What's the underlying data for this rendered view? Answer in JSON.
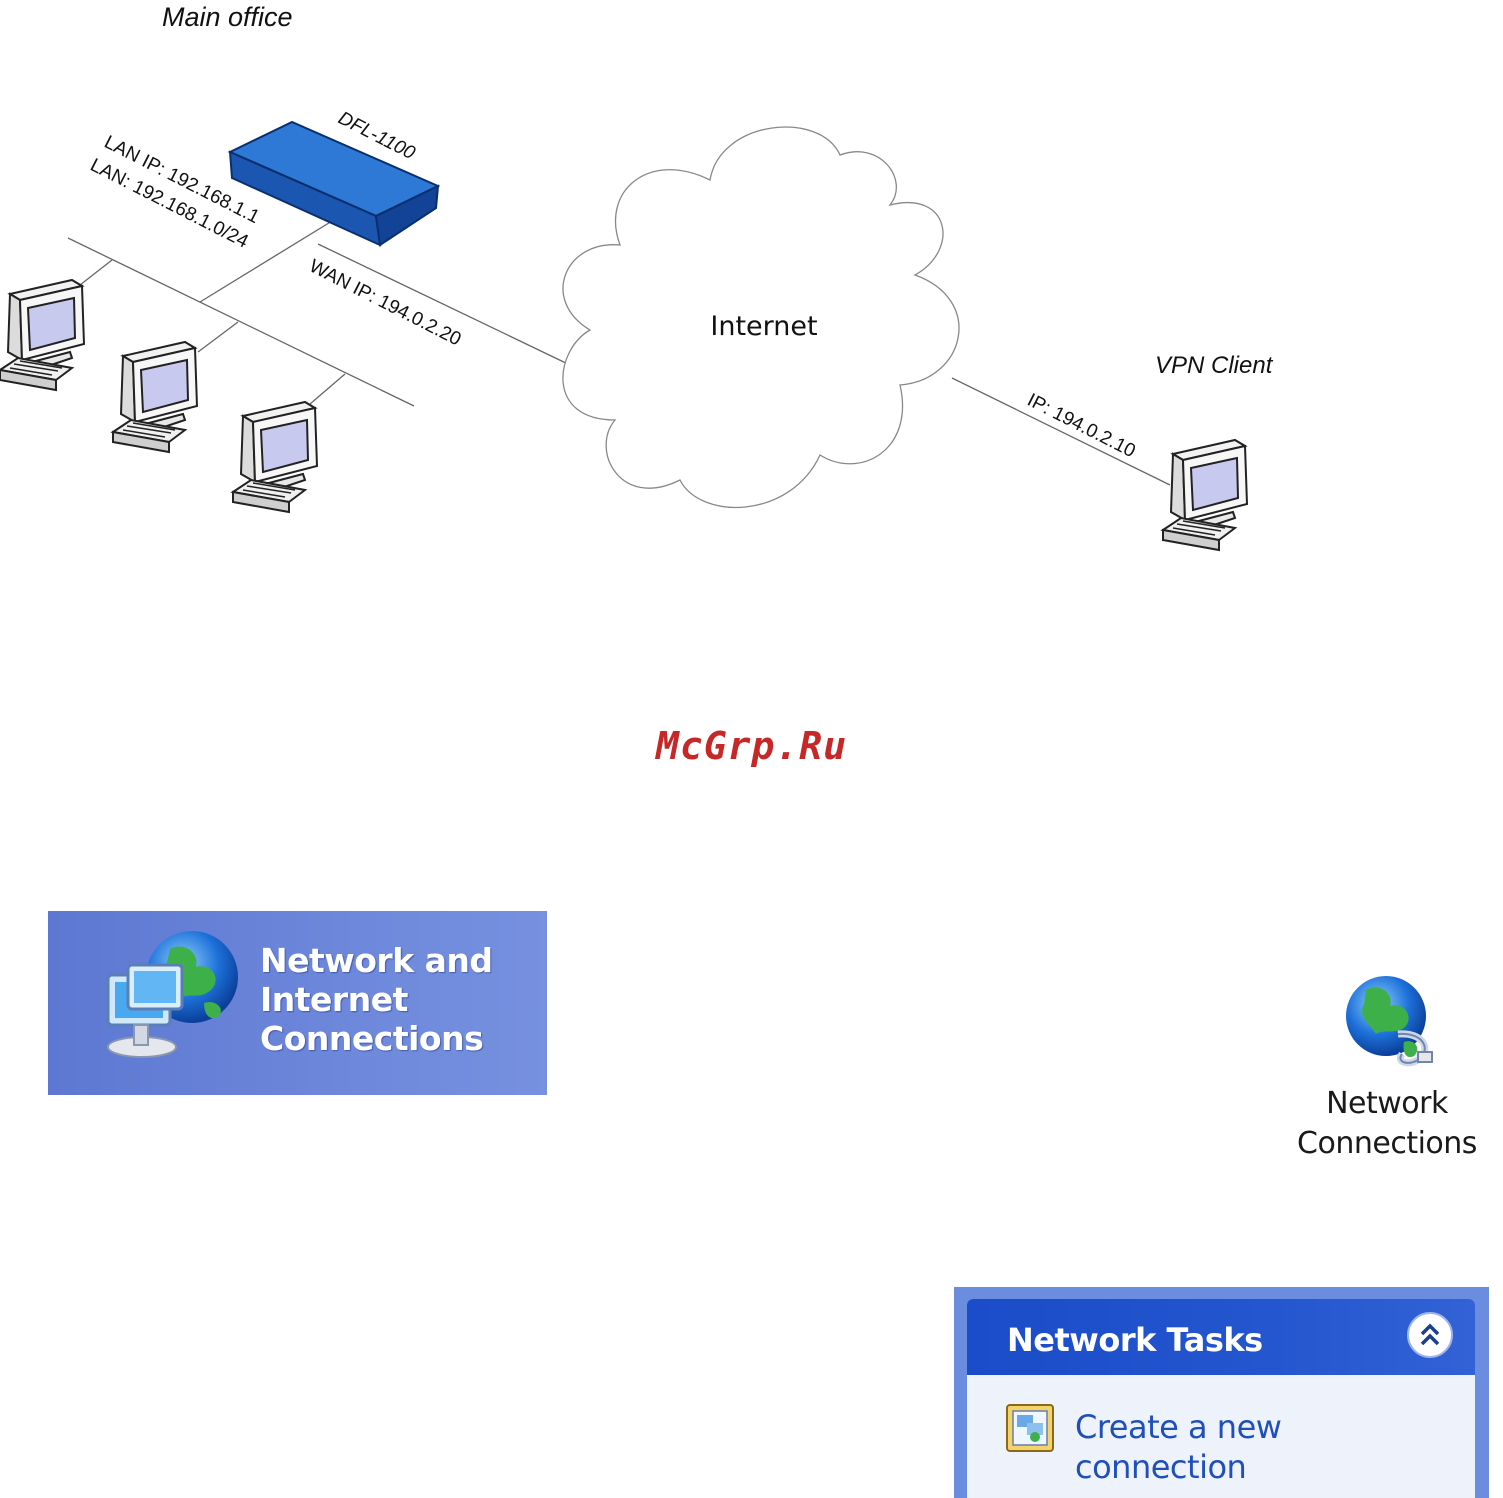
{
  "diagram": {
    "main_office_label": "Main office",
    "firewall_label": "DFL-1100",
    "lan_ip_label": "LAN IP: 192.168.1.1",
    "lan_label": "LAN: 192.168.1.0/24",
    "wan_ip_label": "WAN IP: 194.0.2.20",
    "internet_label": "Internet",
    "vpn_client_label": "VPN Client",
    "client_ip_label": "IP: 194.0.2.10",
    "colors": {
      "firewall": "#1e63c0",
      "line": "#555555"
    }
  },
  "watermark": {
    "text": "McGrp.Ru",
    "color": "#c62828"
  },
  "category_banner": {
    "title": "Network and Internet Connections",
    "icon": "network-globe-icon"
  },
  "network_connections_tile": {
    "label": "Network Connections",
    "icon": "globe-connection-icon"
  },
  "network_tasks": {
    "title": "Network Tasks",
    "collapse_icon": "double-chevron-up-icon",
    "items": [
      {
        "label": "Create a new connection",
        "icon": "new-connection-wizard-icon"
      }
    ]
  }
}
